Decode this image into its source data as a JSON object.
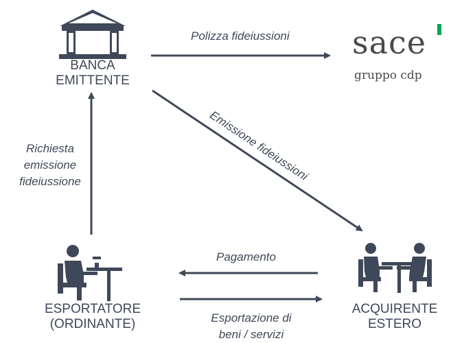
{
  "nodes": {
    "bank": {
      "line1": "BANCA",
      "line2": "EMITTENTE"
    },
    "exporter": {
      "line1": "ESPORTATORE",
      "line2": "(ORDINANTE)"
    },
    "buyer": {
      "line1": "ACQUIRENTE",
      "line2": "ESTERO"
    }
  },
  "logo": {
    "name": "sace",
    "tagline": "gruppo cdp",
    "accent_color": "#00a651",
    "text_color": "#4a4a4a"
  },
  "edges": {
    "bank_to_sace": "Polizza fideiussioni",
    "bank_to_buyer": "Emissione fideiussioni",
    "exporter_to_bank": {
      "line1": "Richiesta",
      "line2": "emissione",
      "line3": "fideiussione"
    },
    "buyer_to_exporter": "Pagamento",
    "exporter_to_buyer": {
      "line1": "Esportazione di",
      "line2": "beni / servizi"
    }
  },
  "colors": {
    "stroke": "#3f4858"
  }
}
